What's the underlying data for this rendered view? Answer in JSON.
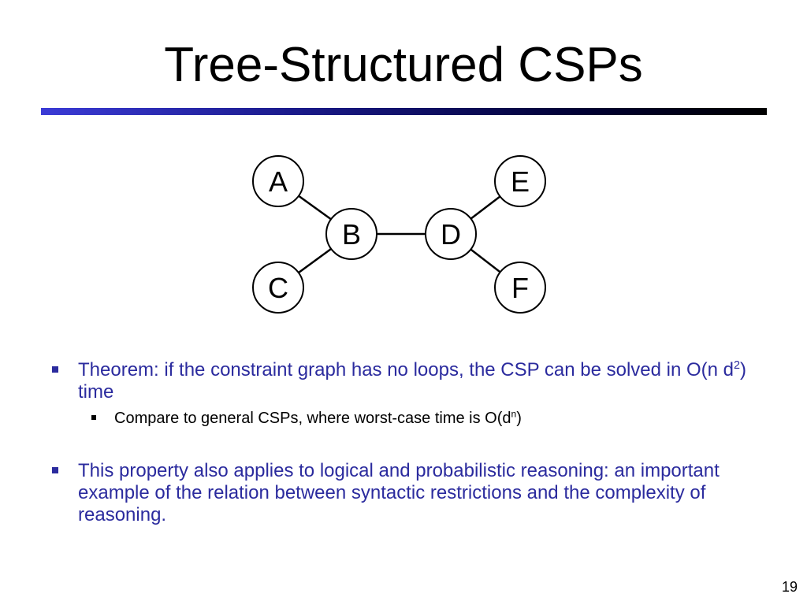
{
  "slide": {
    "title": "Tree-Structured CSPs",
    "page_number": "19"
  },
  "graph": {
    "nodes": [
      {
        "id": "A",
        "label": "A"
      },
      {
        "id": "B",
        "label": "B"
      },
      {
        "id": "C",
        "label": "C"
      },
      {
        "id": "D",
        "label": "D"
      },
      {
        "id": "E",
        "label": "E"
      },
      {
        "id": "F",
        "label": "F"
      }
    ],
    "edges": [
      [
        "A",
        "B"
      ],
      [
        "C",
        "B"
      ],
      [
        "B",
        "D"
      ],
      [
        "D",
        "E"
      ],
      [
        "D",
        "F"
      ]
    ]
  },
  "bullets": {
    "theorem_pre": "Theorem: if the constraint graph has no loops, the CSP can be solved in O(n d",
    "theorem_sup": "2",
    "theorem_post": ") time",
    "compare_pre": "Compare to general CSPs, where worst-case time is O(d",
    "compare_sup": "n",
    "compare_post": ")",
    "property": "This property also applies to logical and probabilistic reasoning: an important example of the relation between syntactic restrictions and the complexity of reasoning."
  },
  "colors": {
    "bullet_text": "#2b2b9e",
    "sub_bullet_text": "#000000",
    "rule_start": "#3b3bd6",
    "rule_end": "#000000"
  }
}
